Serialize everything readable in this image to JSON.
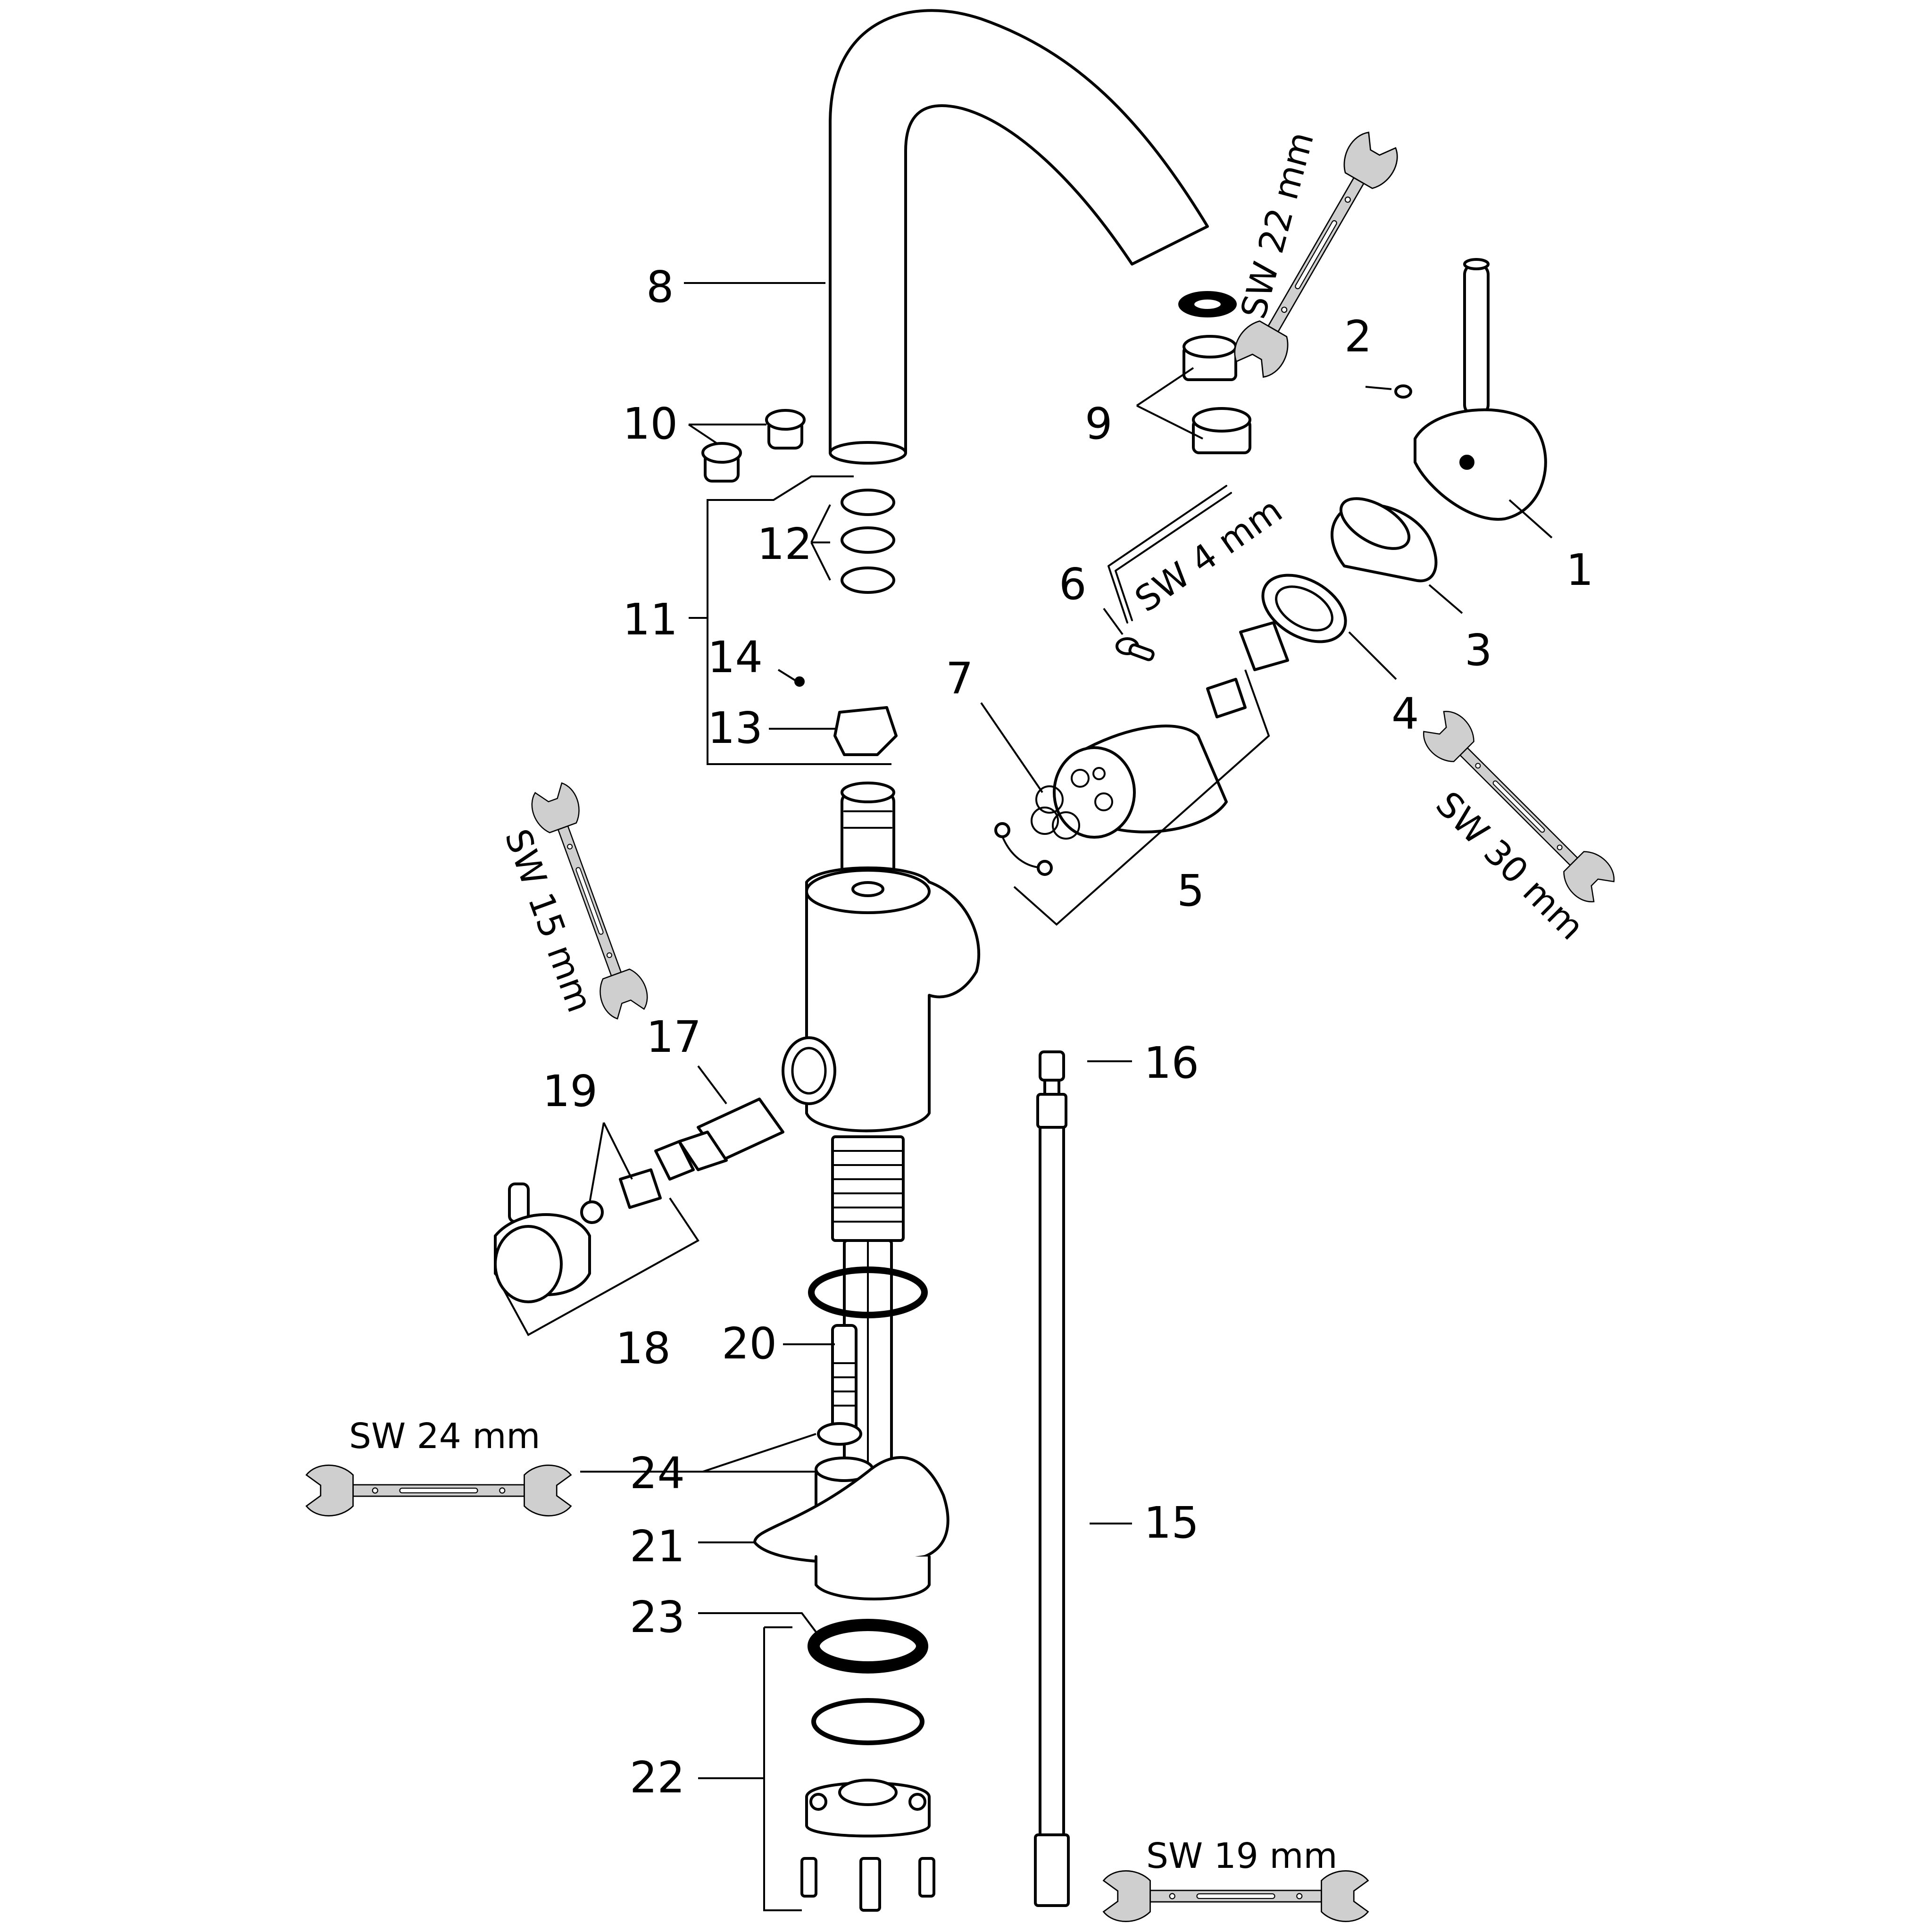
{
  "diagram": {
    "colors": {
      "line": "#000000",
      "wrench_fill": "#cfcfcf",
      "background": "#ffffff"
    },
    "parts": [
      {
        "id": "p1",
        "label": "1"
      },
      {
        "id": "p2",
        "label": "2"
      },
      {
        "id": "p3",
        "label": "3"
      },
      {
        "id": "p4",
        "label": "4"
      },
      {
        "id": "p5",
        "label": "5"
      },
      {
        "id": "p6",
        "label": "6"
      },
      {
        "id": "p7",
        "label": "7"
      },
      {
        "id": "p8",
        "label": "8"
      },
      {
        "id": "p9",
        "label": "9"
      },
      {
        "id": "p10",
        "label": "10"
      },
      {
        "id": "p11",
        "label": "11"
      },
      {
        "id": "p12",
        "label": "12"
      },
      {
        "id": "p13",
        "label": "13"
      },
      {
        "id": "p14",
        "label": "14"
      },
      {
        "id": "p15",
        "label": "15"
      },
      {
        "id": "p16",
        "label": "16"
      },
      {
        "id": "p17",
        "label": "17"
      },
      {
        "id": "p18",
        "label": "18"
      },
      {
        "id": "p19",
        "label": "19"
      },
      {
        "id": "p20",
        "label": "20"
      },
      {
        "id": "p21",
        "label": "21"
      },
      {
        "id": "p22",
        "label": "22"
      },
      {
        "id": "p23",
        "label": "23"
      },
      {
        "id": "p24",
        "label": "24"
      }
    ],
    "tools": [
      {
        "id": "sw22",
        "label": "SW 22 mm"
      },
      {
        "id": "sw4",
        "label": "SW 4 mm"
      },
      {
        "id": "sw30",
        "label": "SW 30 mm"
      },
      {
        "id": "sw15",
        "label": "SW 15 mm"
      },
      {
        "id": "sw24",
        "label": "SW 24 mm"
      },
      {
        "id": "sw19",
        "label": "SW 19 mm"
      }
    ]
  }
}
